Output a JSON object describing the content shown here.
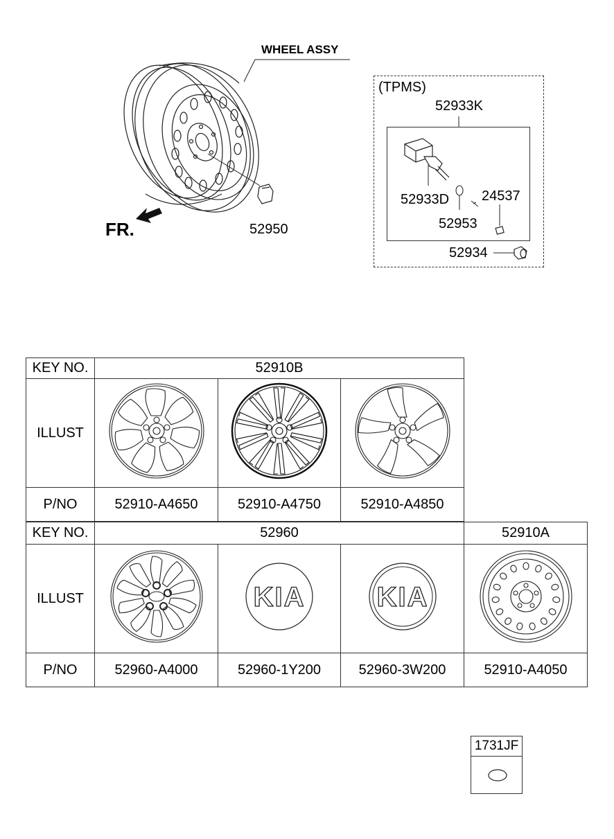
{
  "diagram": {
    "wheel_assy_label": "WHEEL ASSY",
    "fr_label": "FR.",
    "nut_part": "52950",
    "tpms": {
      "title": "(TPMS)",
      "kit_part": "52933K",
      "sensor_part": "52933D",
      "valve_core_part": "52953",
      "nut_part": "24537",
      "cap_part": "52934"
    }
  },
  "table1": {
    "key_label": "KEY NO.",
    "key_value": "52910B",
    "illust_label": "ILLUST",
    "pno_label": "P/NO",
    "parts": [
      "52910-A4650",
      "52910-A4750",
      "52910-A4850"
    ]
  },
  "table2": {
    "key_label": "KEY NO.",
    "key_value_1": "52960",
    "key_value_2": "52910A",
    "illust_label": "ILLUST",
    "pno_label": "P/NO",
    "parts": [
      "52960-A4000",
      "52960-1Y200",
      "52960-3W200",
      "52910-A4050"
    ],
    "logo_text": "KIA"
  },
  "plug": {
    "part": "1731JF"
  }
}
